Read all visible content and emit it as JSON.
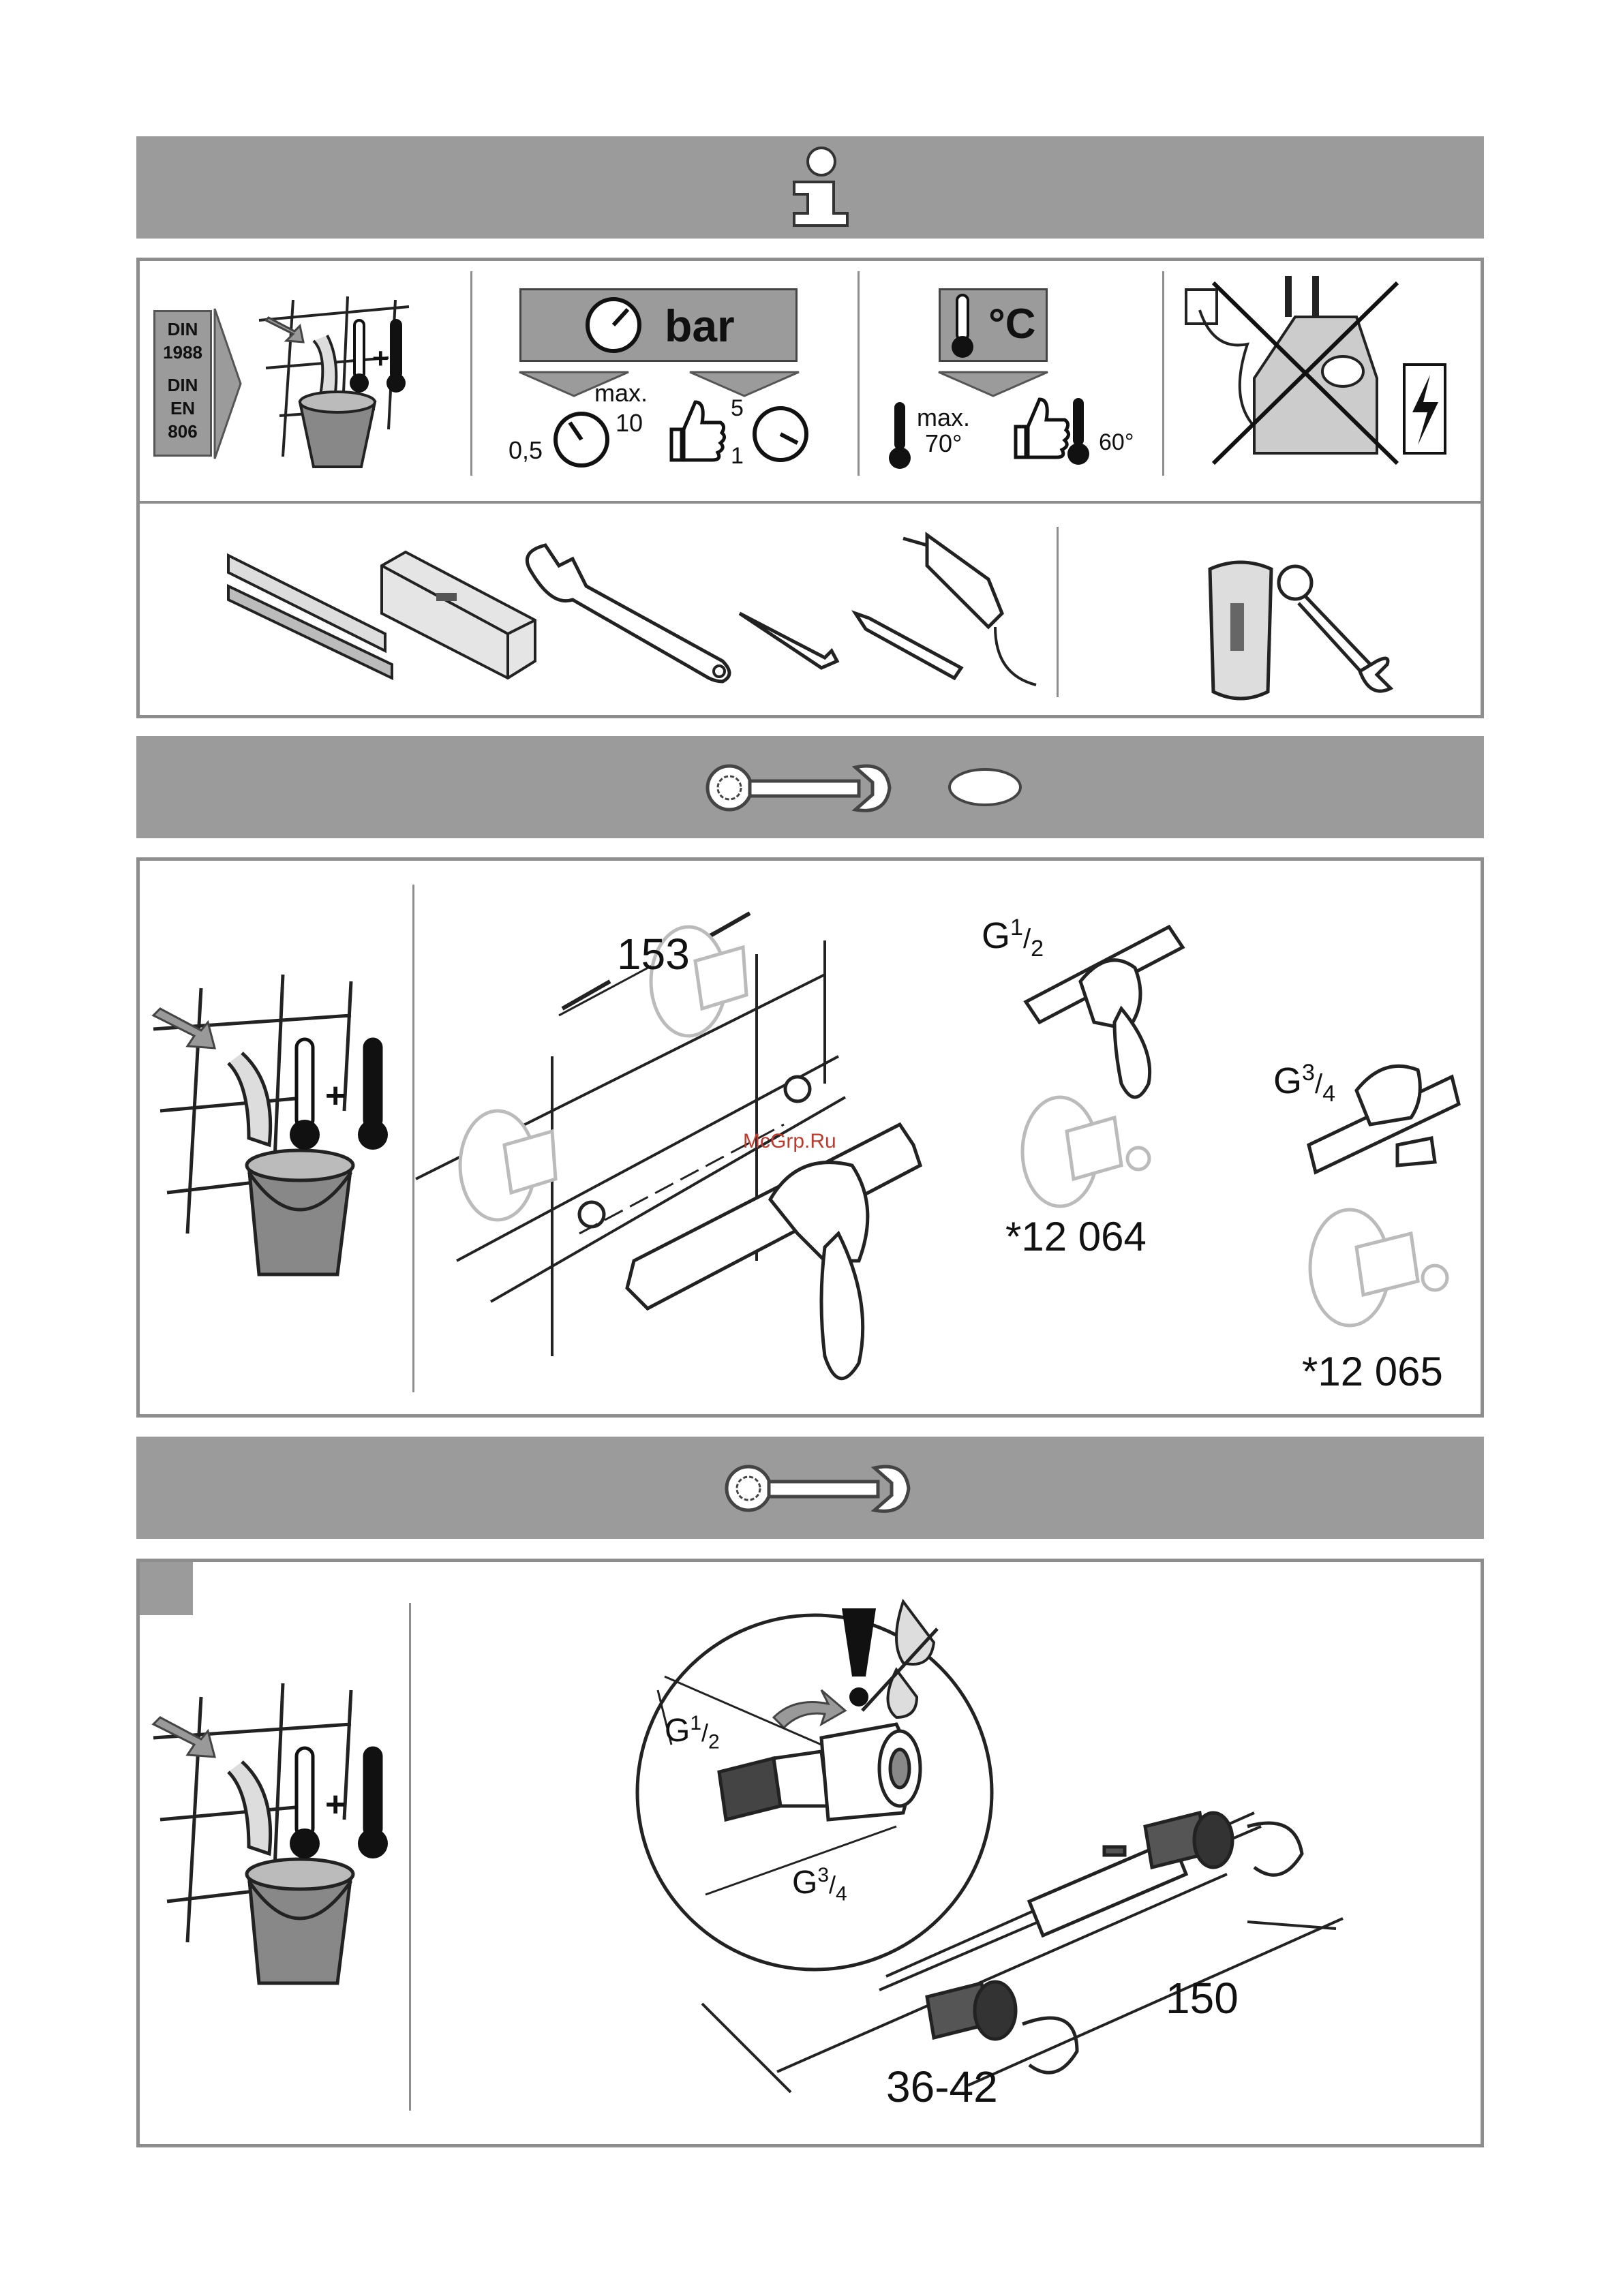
{
  "header_info": {
    "icon": "info-icon"
  },
  "specs": {
    "din_box": [
      "DIN",
      "1988",
      "DIN",
      "EN",
      "806"
    ],
    "pressure": {
      "unit": "bar",
      "max_label": "max.",
      "max_value": "10",
      "min_value": "0,5",
      "rec_high": "5",
      "rec_low": "1"
    },
    "temperature": {
      "unit": "°C",
      "max_label": "max.",
      "max_value": "70°",
      "recommended": "60°"
    }
  },
  "tools": [
    "folding-rule",
    "spirit-level",
    "adjustable-wrench",
    "allen-key",
    "pencil",
    "drill",
    "socket-tool",
    "ring-spanner"
  ],
  "installation": {
    "dimension_153": "153",
    "thread_half": {
      "G": "G",
      "num": "1",
      "den": "2"
    },
    "thread_three_quarter": {
      "G": "G",
      "num": "3",
      "den": "4"
    },
    "code_1": "*12 064",
    "code_2": "*12 065",
    "watermark": "McGrp.Ru"
  },
  "mounting": {
    "thread_half": {
      "G": "G",
      "num": "1",
      "den": "2"
    },
    "thread_three_quarter": {
      "G": "G",
      "num": "3",
      "den": "4"
    },
    "dimension_150": "150",
    "dimension_36_42": "36-42"
  }
}
